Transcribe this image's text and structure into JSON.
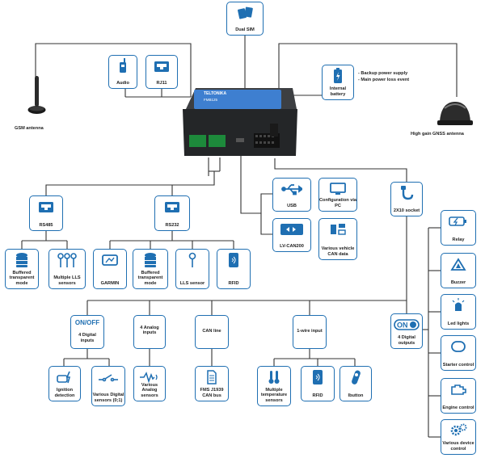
{
  "top": {
    "dual_sim": "Dual SIM",
    "audio": "Audio",
    "rj11": "RJ11",
    "gsm_antenna": "GSM antenna",
    "gnss_antenna": "High gain GNSS antenna",
    "internal_battery": "Internal battery",
    "battery_notes": [
      "- Backup power supply",
      "- Main power loss event"
    ],
    "device_brand": "TELTONIKA",
    "device_model": "FMB125"
  },
  "ports": {
    "rs485": "RS485",
    "rs232": "RS232",
    "usb": "USB",
    "config_pc": "Configuration via PC",
    "lv_can200": "LV-CAN200",
    "vehicle_can": "Various vehicle CAN data",
    "socket_2x10": "2X10 socket"
  },
  "rs485_items": [
    "Buffered transparent mode",
    "Multiple LLS sensors"
  ],
  "rs232_items": [
    "GARMIN",
    "Buffered transparent mode",
    "LLS sensor",
    "RFID"
  ],
  "inputs": {
    "onoff": "ON/OFF",
    "digital_inputs": "4 Digital inputs",
    "analog_inputs": "4 Analog inputs",
    "can_line": "CAN line",
    "one_wire": "1-wire input",
    "digital_outputs": "4 Digital outputs"
  },
  "input_items": {
    "ignition": "Ignition detection",
    "digital_sensors": "Various Digital sensors (0;1)",
    "analog_sensors": "Various Analog sensors",
    "fms": "FMS J1939 CAN bus",
    "temperature": "Multiple temperature sensors",
    "rfid": "RFID",
    "ibutton": "Ibutton"
  },
  "outputs": [
    "Relay",
    "Buzzer",
    "Led lights",
    "Starter control",
    "Engine control",
    "Various device control"
  ],
  "colors": {
    "accent": "#1f6fb2",
    "line": "#333333"
  }
}
